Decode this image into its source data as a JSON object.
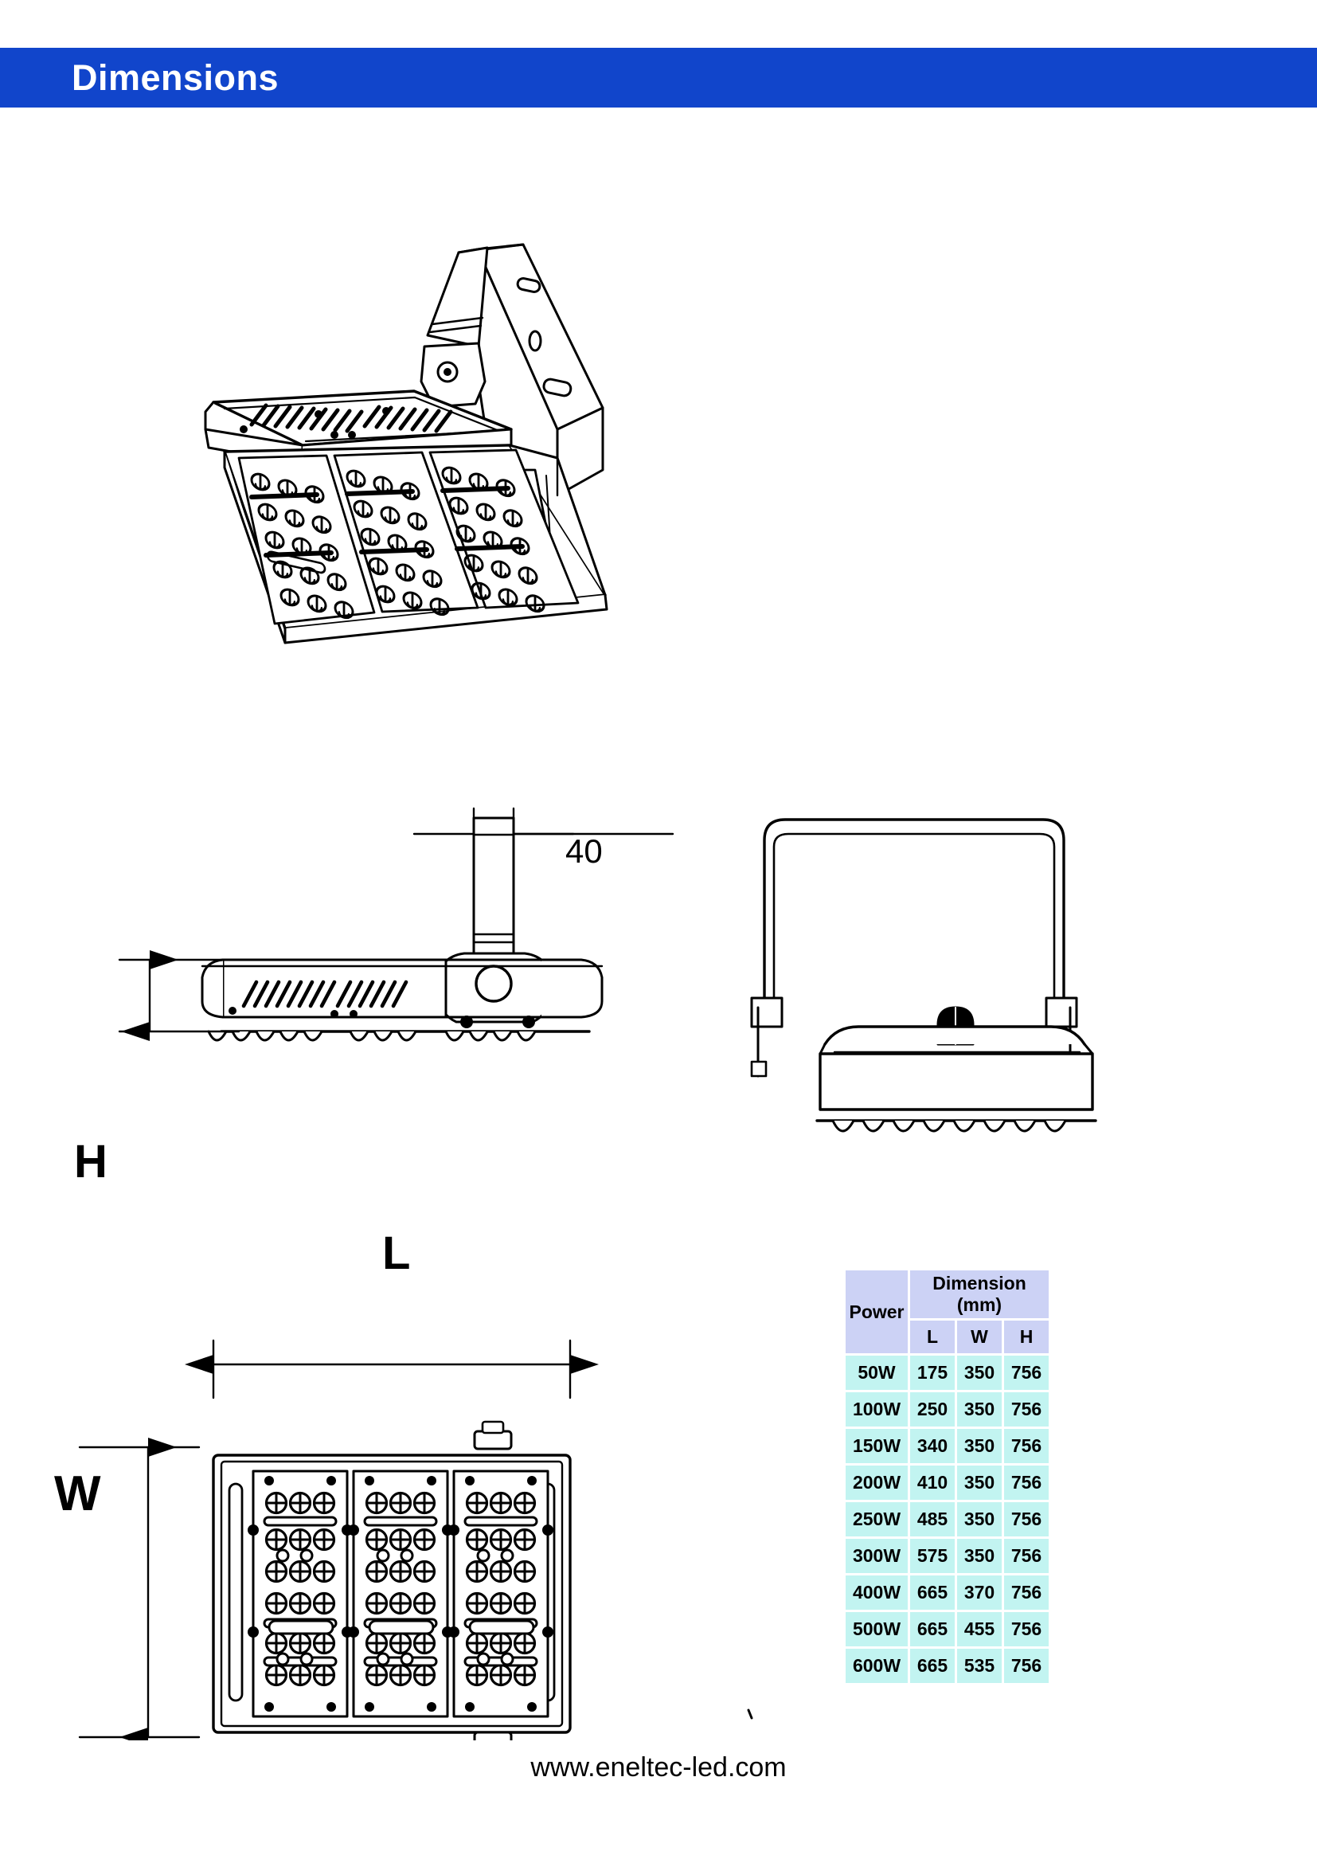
{
  "header": {
    "title": "Dimensions",
    "band_color": "#1145cb",
    "title_color": "#ffffff"
  },
  "drawings": {
    "isometric_view": {
      "name": "isometric-floodlight-view",
      "description": "LED floodlight shown in isometric projection with mounting bracket, heat-sink fins and three LED lens modules"
    },
    "side_view": {
      "name": "side-elevation-view",
      "description": "Side elevation with U-bracket arm, pivot bolt and heat-sink fins",
      "callouts": [
        {
          "label": "40",
          "axis": "horizontal",
          "units": "mm"
        },
        {
          "label": "H",
          "axis": "vertical"
        }
      ]
    },
    "end_view": {
      "name": "end-elevation-view",
      "description": "End elevation showing U-shaped yoke bracket and cable gland"
    },
    "bottom_view": {
      "name": "bottom-plan-view",
      "description": "Bottom plan view showing three LED modules each with a grid of lenses",
      "callouts": [
        {
          "label": "L",
          "axis": "horizontal"
        },
        {
          "label": "W",
          "axis": "vertical"
        }
      ]
    }
  },
  "labels": {
    "h": "H",
    "l": "L",
    "w": "W",
    "forty": "40"
  },
  "table": {
    "name": "dimension-table",
    "header_power": "Power",
    "header_dimension_line1": "Dimension",
    "header_dimension_line2": "(mm)",
    "subheaders": [
      "L",
      "W",
      "H"
    ],
    "header_bg": "#ccd2f5",
    "cell_bg": "#c2f4f1",
    "rows": [
      {
        "power": "50W",
        "l": "175",
        "w": "350",
        "h": "756"
      },
      {
        "power": "100W",
        "l": "250",
        "w": "350",
        "h": "756"
      },
      {
        "power": "150W",
        "l": "340",
        "w": "350",
        "h": "756"
      },
      {
        "power": "200W",
        "l": "410",
        "w": "350",
        "h": "756"
      },
      {
        "power": "250W",
        "l": "485",
        "w": "350",
        "h": "756"
      },
      {
        "power": "300W",
        "l": "575",
        "w": "350",
        "h": "756"
      },
      {
        "power": "400W",
        "l": "665",
        "w": "370",
        "h": "756"
      },
      {
        "power": "500W",
        "l": "665",
        "w": "455",
        "h": "756"
      },
      {
        "power": "600W",
        "l": "665",
        "w": "535",
        "h": "756"
      }
    ]
  },
  "footer": {
    "url": "www.eneltec-led.com"
  }
}
